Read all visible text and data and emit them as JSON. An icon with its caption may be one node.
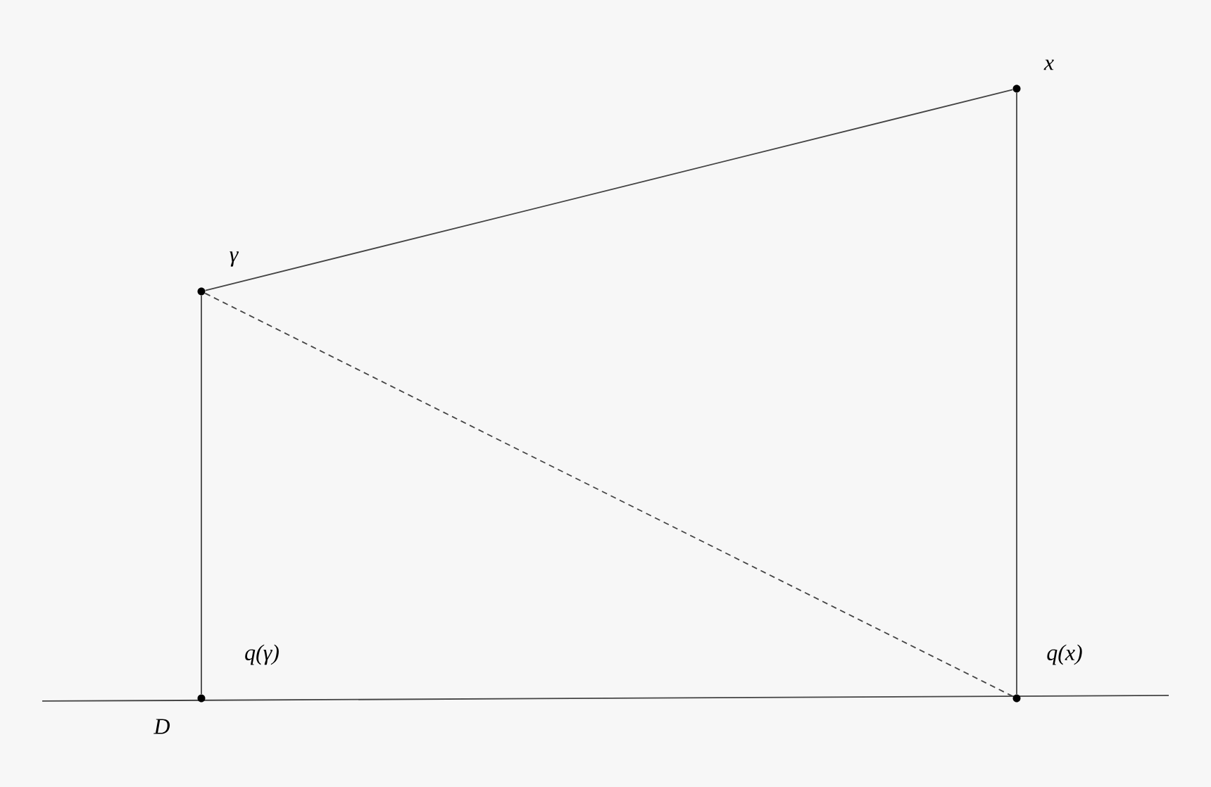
{
  "diagram": {
    "nodes": [
      {
        "text": [],
        "shape": "circle",
        "beside": [
          "x"
        ]
      },
      {
        "text": [],
        "shape": "circle",
        "beside": [
          "γ"
        ]
      },
      {
        "text": [],
        "shape": "circle",
        "beside": [
          "q(γ)"
        ]
      },
      {
        "text": [],
        "shape": "circle",
        "beside": [
          "q(x)"
        ]
      }
    ],
    "edges": [
      {
        "from": 1,
        "to": 0,
        "arrow": "none"
      },
      {
        "from": 1,
        "to": 2,
        "arrow": "none"
      },
      {
        "from": 0,
        "to": 3,
        "arrow": "none"
      },
      {
        "from": 1,
        "to": 3,
        "arrow": "none",
        "style": "dashed"
      }
    ],
    "labels": [
      "D"
    ]
  }
}
